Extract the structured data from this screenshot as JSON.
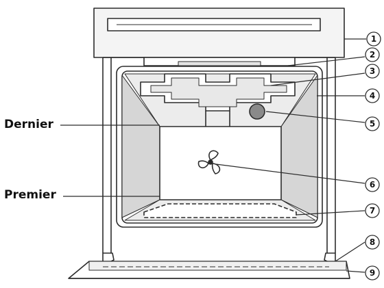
{
  "labels": {
    "dernier": "Dernier",
    "premier": "Premier"
  },
  "callouts": [
    "1",
    "2",
    "3",
    "4",
    "5",
    "6",
    "7",
    "8",
    "9"
  ],
  "colors": {
    "line": "#2b2b2b",
    "shade": "#c9c9c9",
    "light_shade": "#e3e3e3",
    "lamp": "#8a8a8a"
  }
}
